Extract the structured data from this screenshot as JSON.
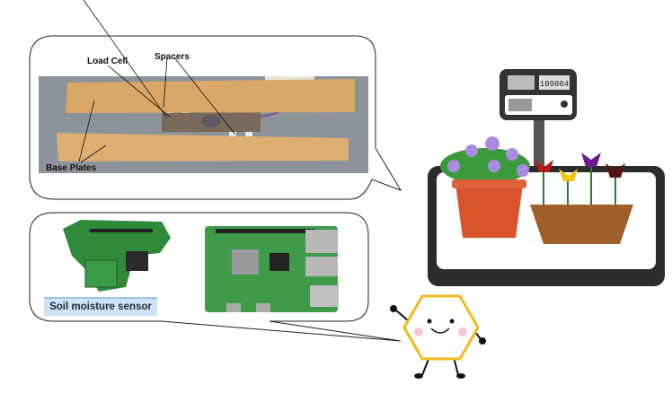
{
  "labels": {
    "load_cell": "Load Cell",
    "spacers": "Spacers",
    "base_plates": "Base Plates",
    "soil_sensor": "Soil moisture sensor"
  },
  "scale_display": "109804",
  "colors": {
    "wood": "#d9a766",
    "board_green": "#2f8a3a",
    "pot_red": "#d9532c",
    "pot_brown": "#a0602c",
    "hex_outline": "#f2b81d",
    "label_bg": "#cfe3f6"
  }
}
